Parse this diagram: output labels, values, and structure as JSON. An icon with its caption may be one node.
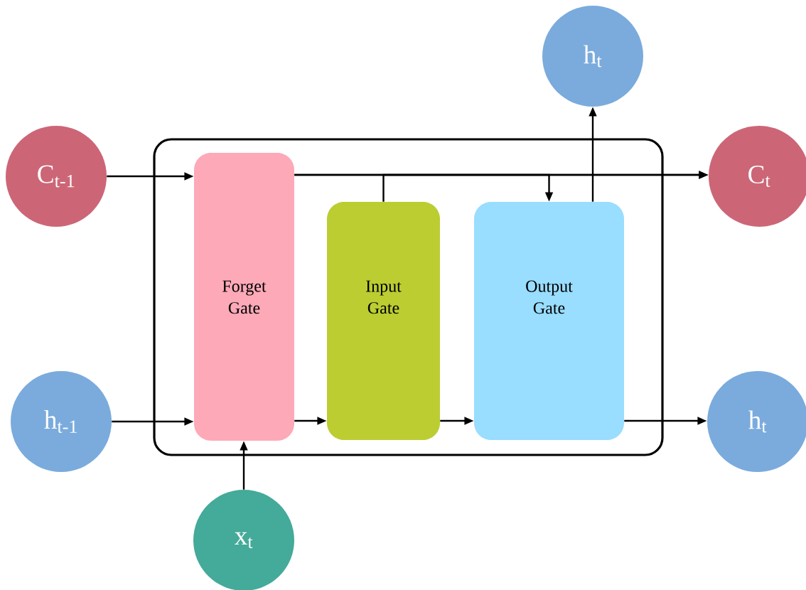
{
  "diagram": {
    "nodes": [
      {
        "text": [],
        "shape": "box"
      },
      {
        "text": [
          "C$_{t-1}$"
        ]
      },
      {
        "text": [
          "h$_{t-1}$"
        ]
      },
      {
        "text": [
          "x$_{t}$"
        ]
      },
      {
        "text": [
          "Forget Gate"
        ],
        "in": 0
      },
      {
        "text": [
          "Input Gate"
        ],
        "in": 0
      },
      {
        "text": [
          "Output Gate"
        ],
        "in": 0
      },
      {
        "text": [
          "h$_{t}$"
        ]
      },
      {
        "text": [
          "C$_{t}$"
        ]
      },
      {
        "text": [
          "h$_{t}$"
        ]
      }
    ],
    "edges": [
      {
        "from": 1,
        "to": 4,
        "arrow": "to"
      },
      {
        "from": 2,
        "to": 4,
        "arrow": "to"
      },
      {
        "from": 3,
        "to": 4,
        "arrow": "to"
      },
      {
        "from": 4,
        "to": 8,
        "arrow": "to"
      },
      {
        "from": 5,
        "to": 8,
        "arrow": "to"
      },
      {
        "from": 4,
        "to": 6,
        "arrow": "to"
      },
      {
        "from": 6,
        "to": 7,
        "arrow": "to"
      },
      {
        "from": 4,
        "to": 5,
        "arrow": "to"
      },
      {
        "from": 5,
        "to": 6,
        "arrow": "to"
      },
      {
        "from": 6,
        "to": 9,
        "arrow": "to"
      }
    ]
  }
}
